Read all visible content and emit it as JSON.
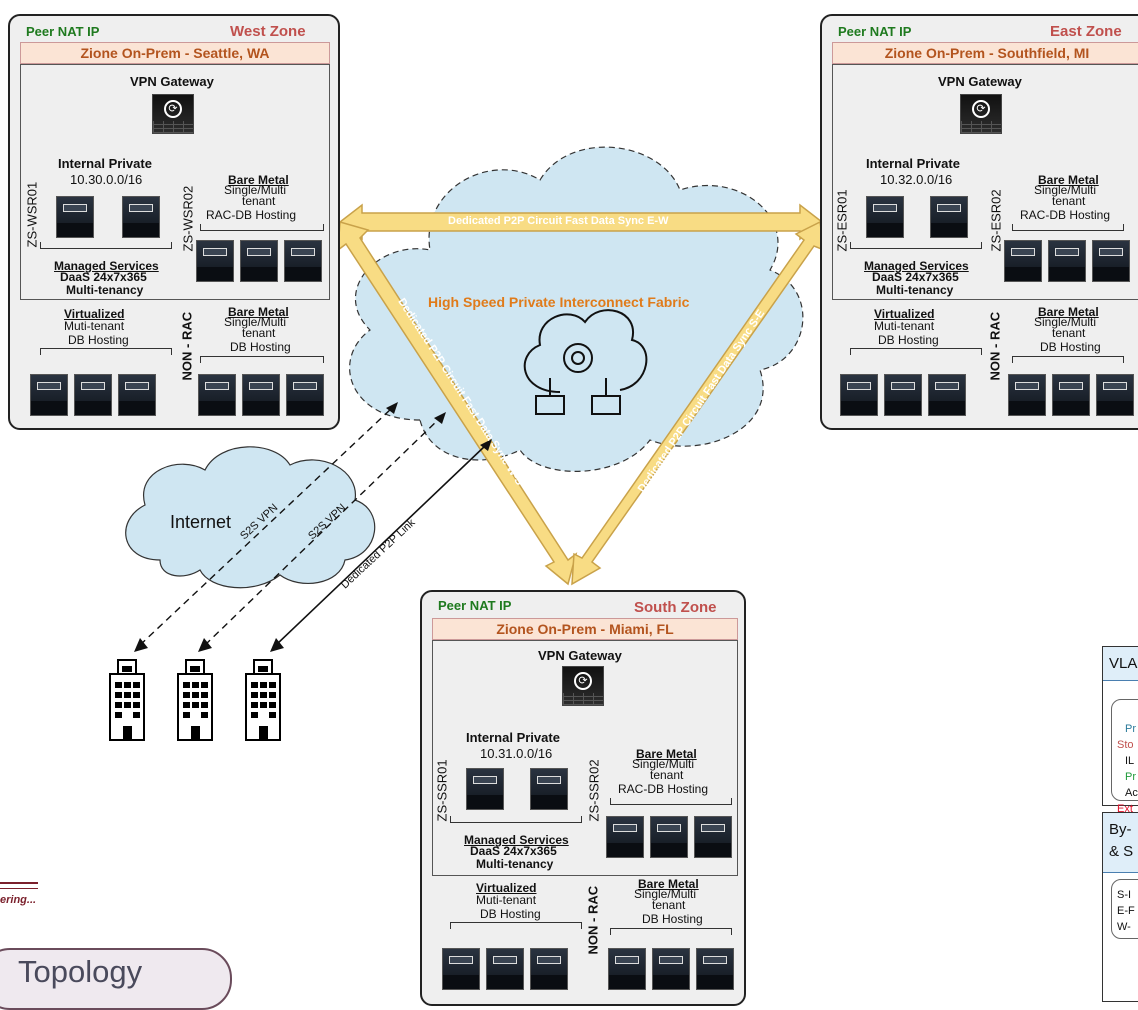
{
  "zones": {
    "west": {
      "peer": "Peer NAT IP",
      "name": "West Zone",
      "site": "Zione On-Prem - Seattle, WA",
      "vpn": "VPN Gateway",
      "internal_title": "Internal Private",
      "internal_cidr": "10.30.0.0/16",
      "ssr1": "ZS-WSR01",
      "ssr2": "ZS-WSR02",
      "bm_top": [
        "Bare Metal",
        "Single/Multi",
        "tenant",
        "RAC-DB Hosting"
      ],
      "managed": [
        "Managed Services",
        "DaaS 24x7x365",
        "Multi-tenancy"
      ],
      "virt": [
        "Virtualized",
        "Muti-tenant",
        "DB Hosting"
      ],
      "nonrac": "NON - RAC",
      "bm_bottom": [
        "Bare Metal",
        "Single/Multi",
        "tenant",
        "DB Hosting"
      ]
    },
    "east": {
      "peer": "Peer NAT IP",
      "name": "East Zone",
      "site": "Zione On-Prem - Southfield, MI",
      "vpn": "VPN Gateway",
      "internal_title": "Internal Private",
      "internal_cidr": "10.32.0.0/16",
      "ssr1": "ZS-ESR01",
      "ssr2": "ZS-ESR02",
      "bm_top": [
        "Bare Metal",
        "Single/Multi",
        "tenant",
        "RAC-DB Hosting"
      ],
      "managed": [
        "Managed Services",
        "DaaS 24x7x365",
        "Multi-tenancy"
      ],
      "virt": [
        "Virtualized",
        "Muti-tenant",
        "DB Hosting"
      ],
      "nonrac": "NON - RAC",
      "bm_bottom": [
        "Bare Metal",
        "Single/Multi",
        "tenant",
        "DB Hosting"
      ]
    },
    "south": {
      "peer": "Peer NAT IP",
      "name": "South Zone",
      "site": "Zione On-Prem - Miami, FL",
      "vpn": "VPN Gateway",
      "internal_title": "Internal Private",
      "internal_cidr": "10.31.0.0/16",
      "ssr1": "ZS-SSR01",
      "ssr2": "ZS-SSR02",
      "bm_top": [
        "Bare Metal",
        "Single/Multi",
        "tenant",
        "RAC-DB Hosting"
      ],
      "managed": [
        "Managed Services",
        "DaaS 24x7x365",
        "Multi-tenancy"
      ],
      "virt": [
        "Virtualized",
        "Muti-tenant",
        "DB Hosting"
      ],
      "nonrac": "NON - RAC",
      "bm_bottom": [
        "Bare Metal",
        "Single/Multi",
        "tenant",
        "DB Hosting"
      ]
    }
  },
  "fabric": {
    "title": "High Speed Private Interconnect Fabric",
    "circuit_ew": "Dedicated P2P Circuit Fast Data Sync E-W",
    "circuit_ws": "Dedicated P2P Circuit Fast Data Sync W-S",
    "circuit_se": "Dedicated P2P Circuit Fast Data Sync S-E"
  },
  "internet": {
    "label": "Internet",
    "s2s_1": "S2S VPN",
    "s2s_2": "S2S VPN",
    "p2p": "Dedicated P2P Link"
  },
  "footer": {
    "ering": "ering...",
    "topology": "Topology"
  },
  "side_panels": {
    "vlan_head": "VLA",
    "vlan_items": [
      "Pr",
      "Sto",
      "IL",
      "Pr",
      "Ac",
      "Ext"
    ],
    "bys_head": [
      "By-",
      "& S"
    ],
    "bys_items": [
      "S-I",
      "E-F",
      "W-"
    ]
  },
  "colors": {
    "zone_bg": "#efefef",
    "peer": "#1f7a1f",
    "zone_name": "#c0504d",
    "site_bg": "#fbe4d5",
    "site_text": "#b3541e",
    "arrow_fill": "#f8dc84",
    "arrow_stroke": "#c9a24a",
    "fabric_cloud": "#cfe6f2",
    "fabric_title": "#e07b1a"
  }
}
